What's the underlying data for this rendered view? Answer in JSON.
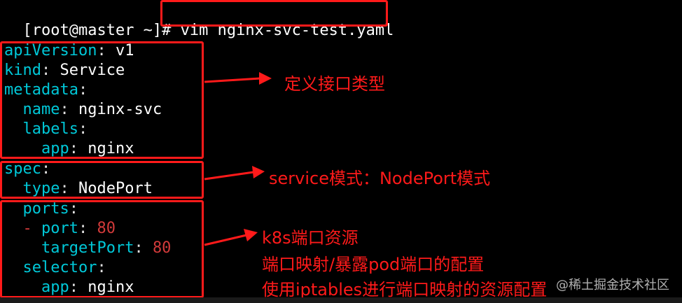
{
  "terminal": {
    "prompt": "[root@master ~]# ",
    "command": "vim nginx-svc-test.yaml"
  },
  "yaml": {
    "apiVersion_key": "apiVersion",
    "apiVersion_val": "v1",
    "kind_key": "kind",
    "kind_val": "Service",
    "metadata_key": "metadata",
    "name_key": "name",
    "name_val": "nginx-svc",
    "labels_key": "labels",
    "app_key": "app",
    "app_val": "nginx",
    "spec_key": "spec",
    "type_key": "type",
    "type_val": "NodePort",
    "ports_key": "ports",
    "dash": "-",
    "port_key": "port",
    "port_val": "80",
    "targetPort_key": "targetPort",
    "targetPort_val": "80",
    "selector_key": "selector",
    "sel_app_key": "app",
    "sel_app_val": "nginx",
    "colon": ":"
  },
  "annotations": {
    "note1": "定义接口类型",
    "note2": "service模式：NodePort模式",
    "note3_line1": "k8s端口资源",
    "note3_line2": "端口映射/暴露pod端口的配置",
    "note3_line3": "使用iptables进行端口映射的资源配置"
  },
  "watermark": "@稀土掘金技术社区",
  "colors": {
    "background": "#000000",
    "key": "#00c8d8",
    "number": "#d23a3a",
    "annotation": "#ff1a1a"
  }
}
